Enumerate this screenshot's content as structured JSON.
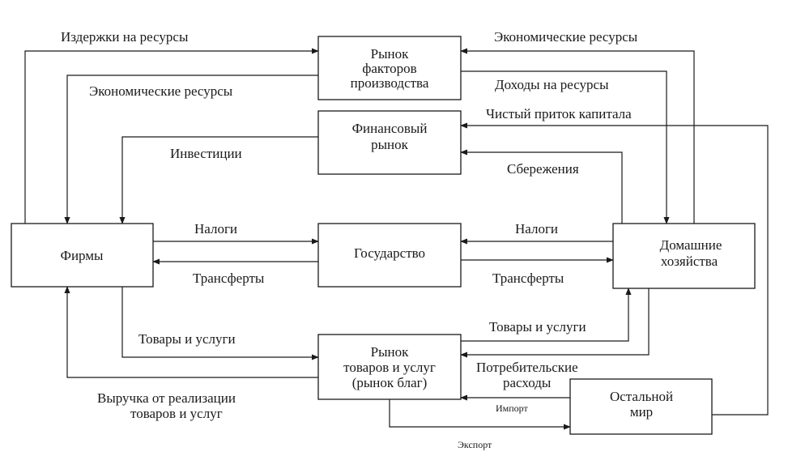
{
  "nodes": {
    "firms": "Фирмы",
    "factor_market": [
      "Рынок",
      "факторов",
      "производства"
    ],
    "financial_market": [
      "Финансовый",
      "рынок"
    ],
    "government": "Государство",
    "households": [
      "Домашние",
      "хозяйства"
    ],
    "goods_market": [
      "Рынок",
      "товаров и услуг",
      "(рынок благ)"
    ],
    "rest_of_world": [
      "Остальной",
      "мир"
    ]
  },
  "flows": {
    "resource_costs": "Издержки на ресурсы",
    "economic_resources_left": "Экономические ресурсы",
    "economic_resources_right": "Экономические ресурсы",
    "resource_income": "Доходы на ресурсы",
    "net_capital_inflow": "Чистый приток капитала",
    "investment": "Инвестиции",
    "savings": "Сбережения",
    "taxes_left": "Налоги",
    "transfers_left": "Трансферты",
    "taxes_right": "Налоги",
    "transfers_right": "Трансферты",
    "goods_services_left": "Товары и услуги",
    "goods_services_right": "Товары и услуги",
    "consumer_spending": [
      "Потребительские",
      "расходы"
    ],
    "sales_revenue": [
      "Выручка от реализации",
      "товаров и услуг"
    ],
    "import": "Импорт",
    "export": "Экспорт"
  }
}
